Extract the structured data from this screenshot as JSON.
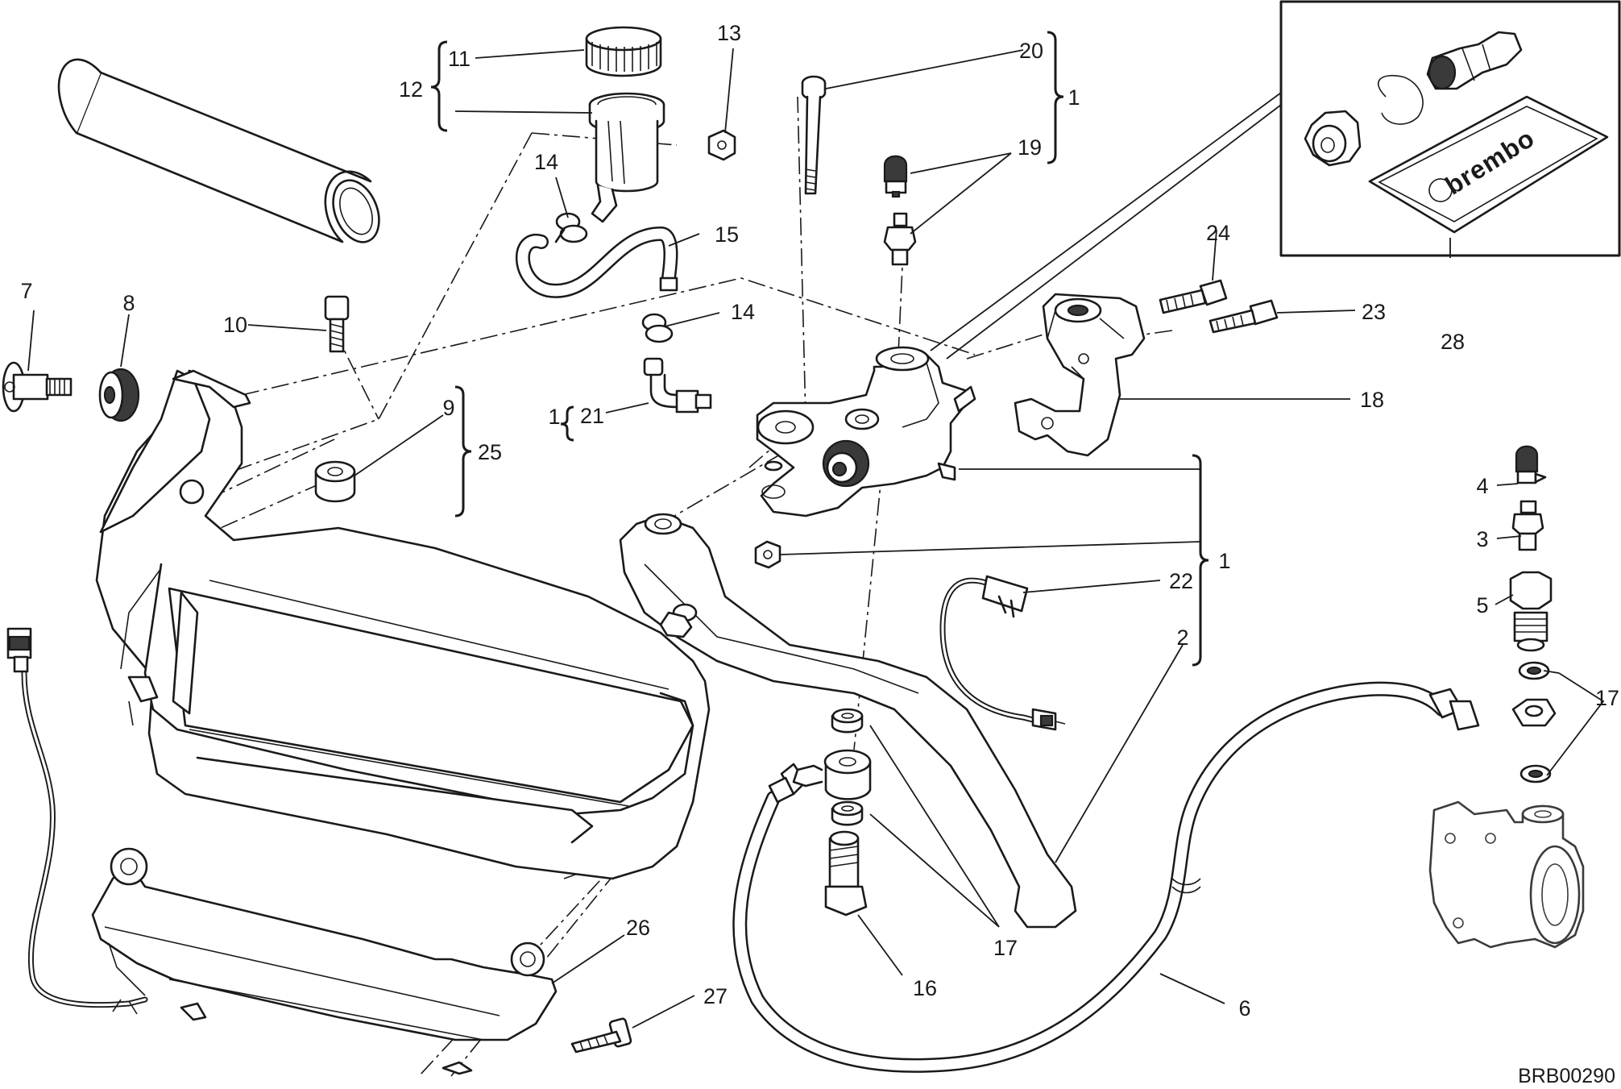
{
  "diagram": {
    "code": "BRB00290",
    "kit_brand": "brembo",
    "callouts": {
      "c1": "1",
      "c2": "2",
      "c3": "3",
      "c4": "4",
      "c5": "5",
      "c6": "6",
      "c7": "7",
      "c8": "8",
      "c9": "9",
      "c10": "10",
      "c11": "11",
      "c12": "12",
      "c13": "13",
      "c14": "14",
      "c15": "15",
      "c16": "16",
      "c17": "17",
      "c18": "18",
      "c19": "19",
      "c20": "20",
      "c21": "21",
      "c22": "22",
      "c23": "23",
      "c24": "24",
      "c25": "25",
      "c26": "26",
      "c27": "27",
      "c28": "28"
    }
  }
}
